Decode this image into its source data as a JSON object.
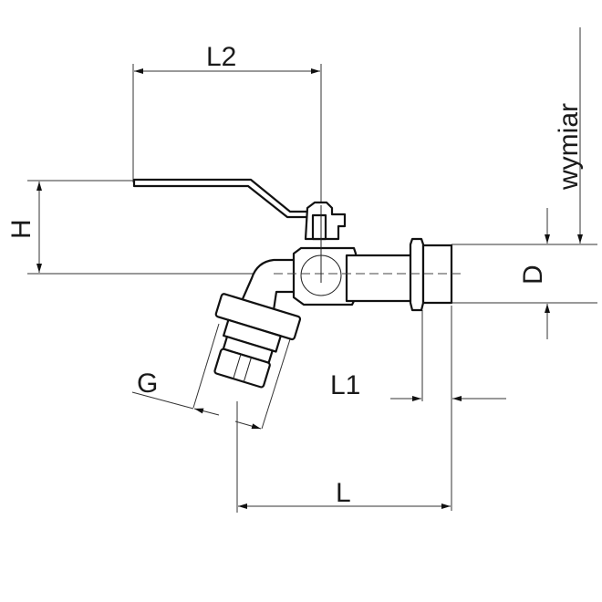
{
  "drawing": {
    "labels": {
      "L2": "L2",
      "H": "H",
      "wymiar": "wymiar",
      "D": "D",
      "G": "G",
      "L1": "L1",
      "L": "L"
    },
    "line_color": "#111111"
  }
}
